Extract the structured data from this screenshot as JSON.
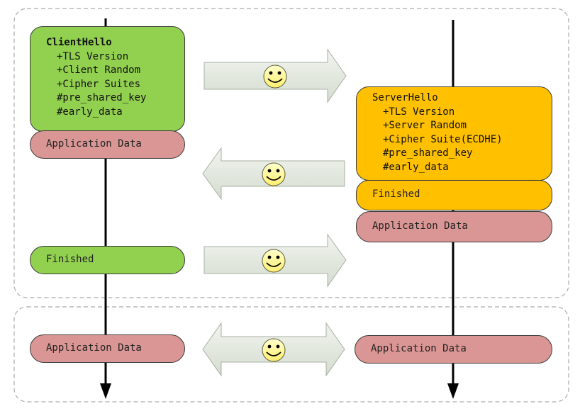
{
  "client_hello": {
    "title": "ClientHello",
    "items": [
      "+TLS Version",
      "+Client Random",
      "+Cipher Suites",
      "#pre_shared_key",
      "#early_data"
    ]
  },
  "client_app_data_1": "Application Data",
  "client_finished": "Finished",
  "server_hello": {
    "title": "ServerHello",
    "items": [
      "+TLS Version",
      "+Server Random",
      "+Cipher Suite(ECDHE)",
      "#pre_shared_key",
      "#early_data"
    ]
  },
  "server_finished": "Finished",
  "server_app_data_1": "Application Data",
  "client_app_data_2": "Application Data",
  "server_app_data_2": "Application Data",
  "colors": {
    "client_message": "#92d050",
    "server_message": "#ffc000",
    "application_data": "#da9694",
    "arrow_fill": "#dbe4d6",
    "smiley": "#ffff99"
  },
  "icons": [
    "smiley-icon"
  ]
}
